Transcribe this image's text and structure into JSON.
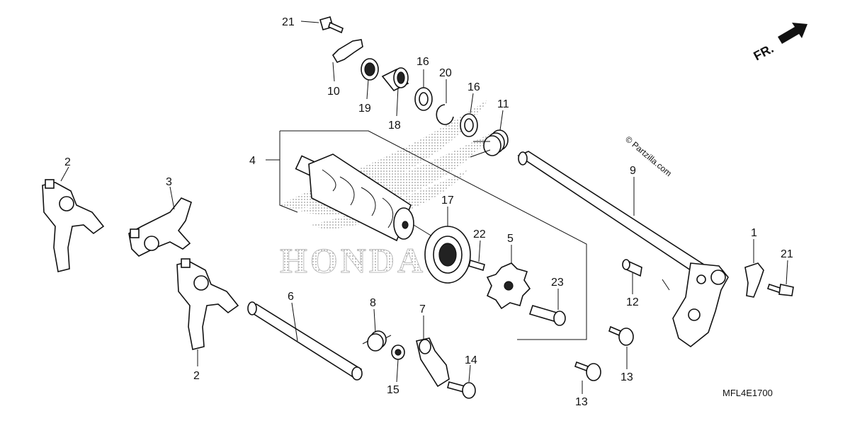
{
  "callouts": {
    "c1": "1",
    "c2a": "2",
    "c2b": "2",
    "c3": "3",
    "c4": "4",
    "c5": "5",
    "c6": "6",
    "c7": "7",
    "c8": "8",
    "c9": "9",
    "c10": "10",
    "c11": "11",
    "c12": "12",
    "c13a": "13",
    "c13b": "13",
    "c14": "14",
    "c15": "15",
    "c16a": "16",
    "c16b": "16",
    "c17": "17",
    "c18": "18",
    "c19": "19",
    "c20": "20",
    "c21a": "21",
    "c21b": "21",
    "c22": "22",
    "c23": "23"
  },
  "labels": {
    "front_arrow": "FR.",
    "watermark_url": "© Partzilla.com",
    "watermark_brand": "HONDA",
    "diagram_code": "MFL4E1700"
  },
  "colors": {
    "ink": "#111111",
    "background": "#ffffff",
    "watermark": "#b8b8b8"
  }
}
